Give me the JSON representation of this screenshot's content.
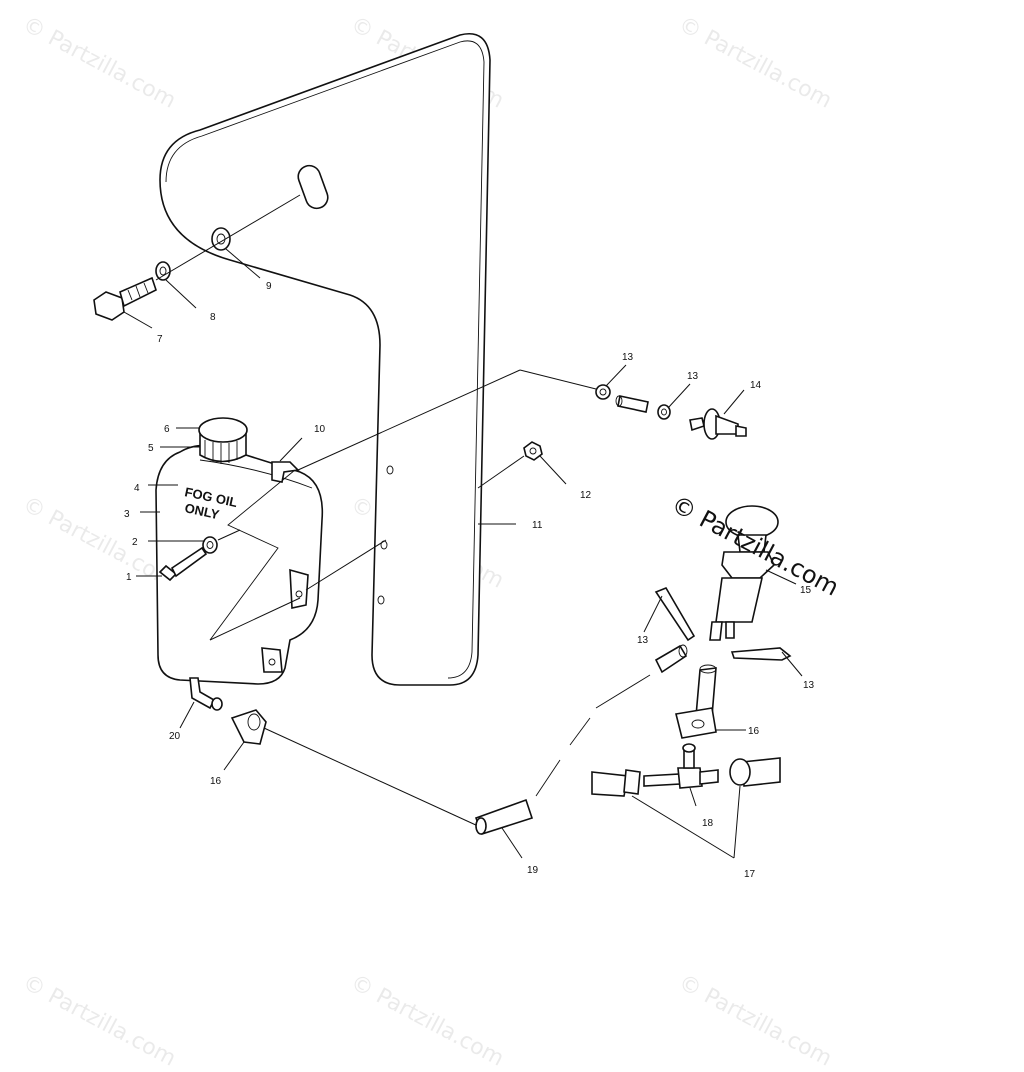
{
  "watermark": "© Partzilla.com",
  "tank_label_line1": "FOG OIL",
  "tank_label_line2": "ONLY",
  "callouts": {
    "c1": "1",
    "c2": "2",
    "c3": "3",
    "c4": "4",
    "c5": "5",
    "c6": "6",
    "c7": "7",
    "c8": "8",
    "c9": "9",
    "c10": "10",
    "c11": "11",
    "c12": "12",
    "c13a": "13",
    "c13b": "13",
    "c13c": "13",
    "c13d": "13",
    "c14": "14",
    "c15": "15",
    "c16a": "16",
    "c16b": "16",
    "c17": "17",
    "c18": "18",
    "c19": "19",
    "c20": "20"
  }
}
